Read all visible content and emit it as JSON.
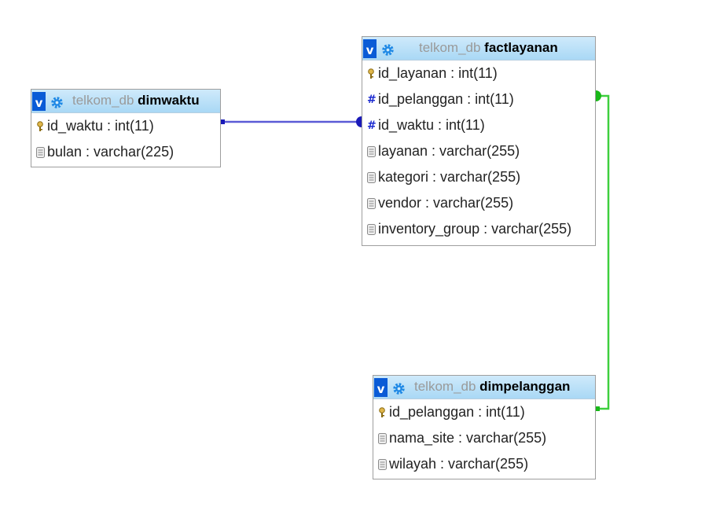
{
  "tables": {
    "dimwaktu": {
      "db": "telkom_db",
      "name": "dimwaktu",
      "columns": [
        {
          "label": "id_waktu : int(11)",
          "icon": "key-icon"
        },
        {
          "label": "bulan : varchar(225)",
          "icon": "column-icon"
        }
      ]
    },
    "factlayanan": {
      "db": "telkom_db",
      "name": "factlayanan",
      "columns": [
        {
          "label": "id_layanan : int(11)",
          "icon": "key-icon"
        },
        {
          "label": "id_pelanggan : int(11)",
          "icon": "hash-icon"
        },
        {
          "label": "id_waktu : int(11)",
          "icon": "hash-icon"
        },
        {
          "label": "layanan : varchar(255)",
          "icon": "column-icon"
        },
        {
          "label": "kategori : varchar(255)",
          "icon": "column-icon"
        },
        {
          "label": "vendor : varchar(255)",
          "icon": "column-icon"
        },
        {
          "label": "inventory_group : varchar(255)",
          "icon": "column-icon"
        }
      ]
    },
    "dimpelanggan": {
      "db": "telkom_db",
      "name": "dimpelanggan",
      "columns": [
        {
          "label": "id_pelanggan : int(11)",
          "icon": "key-icon"
        },
        {
          "label": "nama_site : varchar(255)",
          "icon": "column-icon"
        },
        {
          "label": "wilayah : varchar(255)",
          "icon": "column-icon"
        }
      ]
    }
  },
  "relations": [
    {
      "from": "dimwaktu.id_waktu",
      "to": "factlayanan.id_waktu",
      "color": "#3a3ad6"
    },
    {
      "from": "dimpelanggan.id_pelanggan",
      "to": "factlayanan.id_pelanggan",
      "color": "#2ecc2e"
    }
  ]
}
